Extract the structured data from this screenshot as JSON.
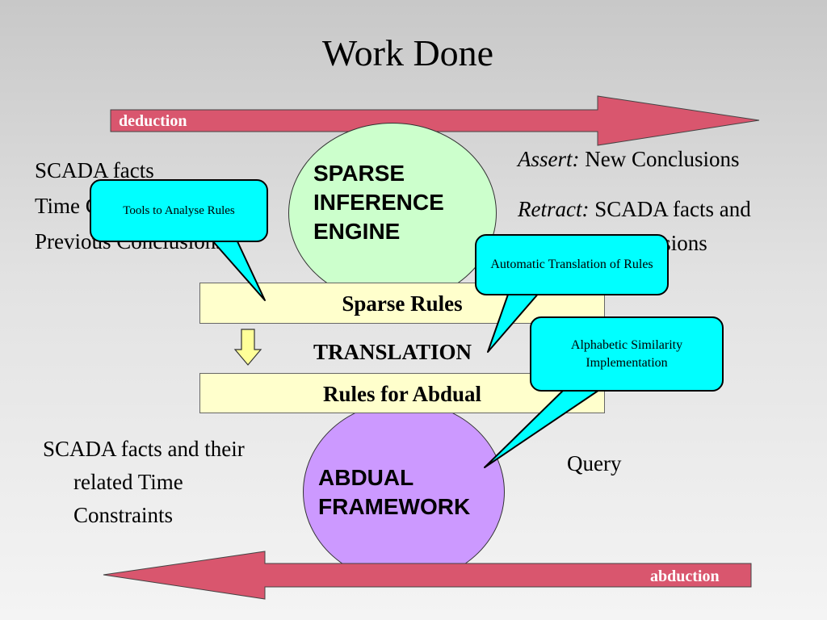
{
  "title": "Work Done",
  "arrows": {
    "deduction": "deduction",
    "abduction": "abduction"
  },
  "engine": {
    "line1": "SPARSE",
    "line2": "INFERENCE",
    "line3": "ENGINE"
  },
  "framework": {
    "line1": "ABDUAL",
    "line2": "FRAMEWORK"
  },
  "boxes": {
    "sparse_rules": "Sparse Rules",
    "rules_for_abdual": "Rules for Abdual"
  },
  "translation": "TRANSLATION",
  "left_inputs": {
    "line1": "SCADA facts",
    "line2": "Time Constraints",
    "line3": "Previous Conclusions"
  },
  "outputs": {
    "assert_label": "Assert:",
    "assert_text": " New Conclusions",
    "retract_label": "Retract:",
    "retract_text": " SCADA facts and",
    "retract_line2": "Previous Conclusions"
  },
  "bottom_left": {
    "line1": "SCADA facts and their",
    "line2": "related Time",
    "line3": "Constraints"
  },
  "query": "Query",
  "callouts": {
    "tools": "Tools to Analyse Rules",
    "automatic": "Automatic Translation of Rules",
    "alphabetic": "Alphabetic Similarity Implementation"
  },
  "colors": {
    "arrow_fill": "#d9566e",
    "engine_fill": "#ccffcc",
    "framework_fill": "#cc99ff",
    "box_fill": "#ffffcc",
    "callout_fill": "#00ffff"
  }
}
